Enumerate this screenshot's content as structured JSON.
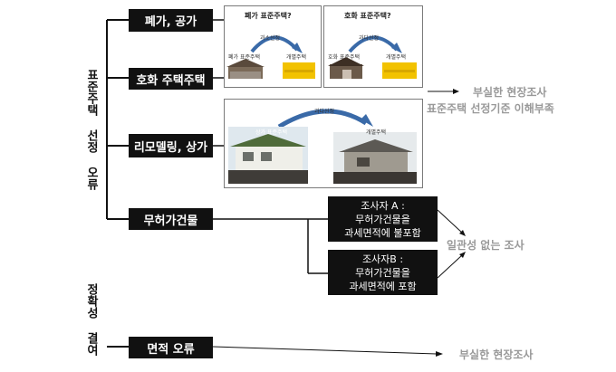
{
  "side_labels": {
    "selection_error": "표준주택 선정 오류",
    "lack_of_accuracy": "정확성 결여"
  },
  "categories": {
    "abandoned": "폐가, 공가",
    "luxury": "호화 주택주택",
    "remodel": "리모델링, 상가",
    "unlicensed": "무허가건물",
    "area_error": "면적 오류"
  },
  "panel1": {
    "title": "폐가 표준주택?",
    "arrow_label": "과소선정",
    "left_caption": "폐가 표준주택",
    "right_caption": "개별주택"
  },
  "panel2": {
    "title": "호화 표준주택?",
    "arrow_label": "과다선정",
    "left_caption": "호화 표준주택",
    "right_caption": "개별주택"
  },
  "panel3": {
    "arrow_label": "과다선정",
    "left_caption": "상가 표준주택",
    "right_caption": "개별주택"
  },
  "surveyors": {
    "a": [
      "조사자 A :",
      "무허가건물을",
      "과세면적에 불포함"
    ],
    "b": [
      "조사자B :",
      "무허가건물을",
      "과세면적에 포함"
    ]
  },
  "results": {
    "poor_survey": "부실한 현장조사",
    "misunderstanding": "표준주택 선정기준 이해부족",
    "inconsistent": "일관성 없는 조사",
    "poor_survey_2": "부실한 현장조사"
  },
  "colors": {
    "box_bg": "#111111",
    "result_text": "#999999",
    "arrow_blue": "#3a6aa8",
    "gold_bar": "#f2c200"
  }
}
